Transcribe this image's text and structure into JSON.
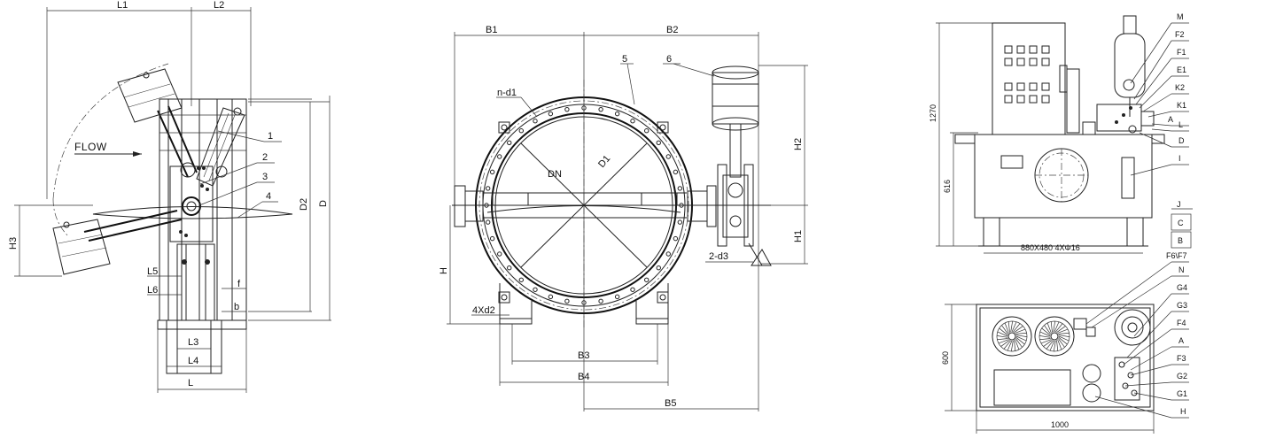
{
  "views": {
    "side": {
      "dims": {
        "l1": "L1",
        "l2": "L2",
        "h3": "H3",
        "d2": "D2",
        "d": "D",
        "l5": "L5",
        "l6": "L6",
        "f": "f",
        "b": "b",
        "l3": "L3",
        "l4": "L4",
        "l": "L"
      },
      "flow": "FLOW",
      "callouts": [
        "1",
        "2",
        "3",
        "4"
      ]
    },
    "front": {
      "dims": {
        "b1": "B1",
        "b2": "B2",
        "h2": "H2",
        "h1": "H1",
        "h": "H",
        "b3": "B3",
        "b4": "B4",
        "b5": "B5",
        "dn": "DN",
        "d1": "D1",
        "nd1": "n-d1",
        "d3": "2-d3",
        "d2": "4Xd2"
      },
      "callouts": [
        "5",
        "6"
      ]
    },
    "hydraulic": {
      "dims": {
        "height": "1270",
        "lower": "616",
        "base": "880X480  4XΦ16",
        "depth": "600",
        "width": "1000"
      },
      "labels_top": [
        "M",
        "F2",
        "F1",
        "E1",
        "K2",
        "K1",
        "A",
        "L",
        "D",
        "I"
      ],
      "labels_mid": [
        "J",
        "C",
        "B"
      ],
      "labels_bottom": [
        "F6\\F7",
        "N",
        "G4",
        "G3",
        "F4",
        "A",
        "F3",
        "G2",
        "G1",
        "H"
      ]
    }
  }
}
